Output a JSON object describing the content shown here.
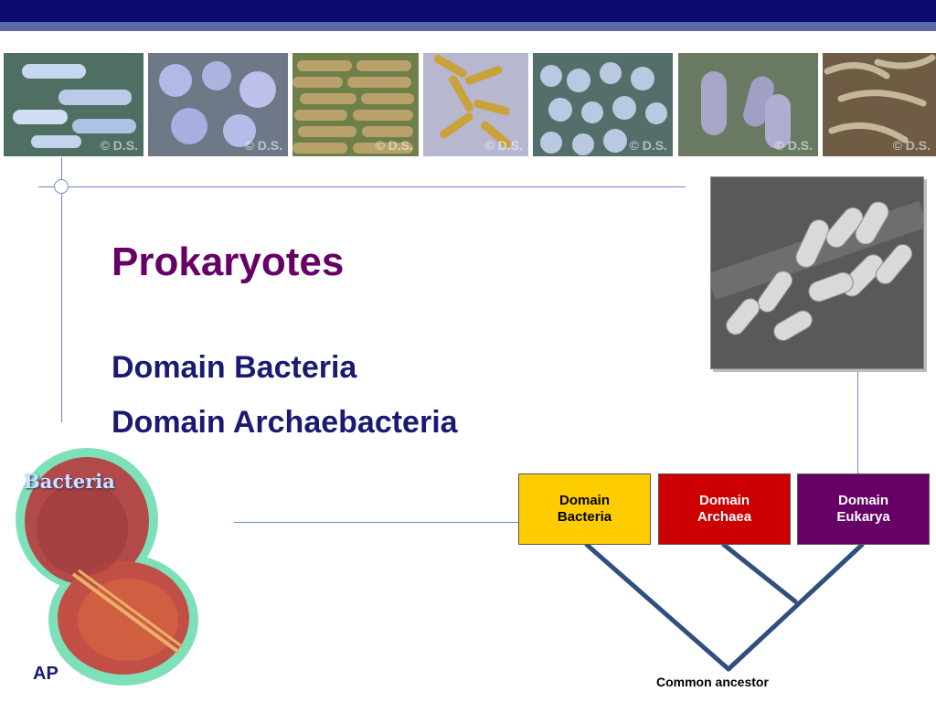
{
  "slide": {
    "title": "Prokaryotes",
    "subtitles": [
      "Domain Bacteria",
      "Domain Archaebacteria"
    ],
    "footer": "AP",
    "bacteria_label": "Bacteria",
    "watermark": "© D.S."
  },
  "tree": {
    "boxes": [
      {
        "line1": "Domain",
        "line2": "Bacteria",
        "color": "#ffcc00",
        "text_color": "#000000"
      },
      {
        "line1": "Domain",
        "line2": "Archaea",
        "color": "#cc0000",
        "text_color": "#ffffff"
      },
      {
        "line1": "Domain",
        "line2": "Eukarya",
        "color": "#660066",
        "text_color": "#ffffff"
      }
    ],
    "root_label": "Common ancestor",
    "branch_color": "#2f4f7f"
  },
  "colors": {
    "title": "#660066",
    "subtitle": "#1a1a72",
    "accent_line": "#6f86d6"
  },
  "icons": [
    "rod-bacteria-micrograph",
    "coccus-bacteria-micrograph",
    "bacillus-micrograph",
    "bacteria-collage",
    "dividing-bacterium-icon"
  ]
}
